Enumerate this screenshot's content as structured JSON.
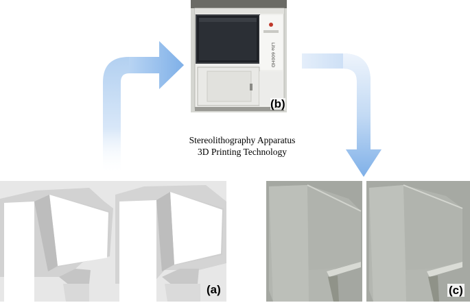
{
  "labels": {
    "a": "(a)",
    "b": "(b)",
    "c": "(c)"
  },
  "caption": {
    "line1": "Stereolithography Apparatus",
    "line2": "3D Printing Technology"
  },
  "machine": {
    "model_text": "Lite 600HD"
  },
  "colors": {
    "arrow": "#9cc2ec",
    "render_bg": "#e6e6e6",
    "print_bg": "#a9aca6"
  }
}
